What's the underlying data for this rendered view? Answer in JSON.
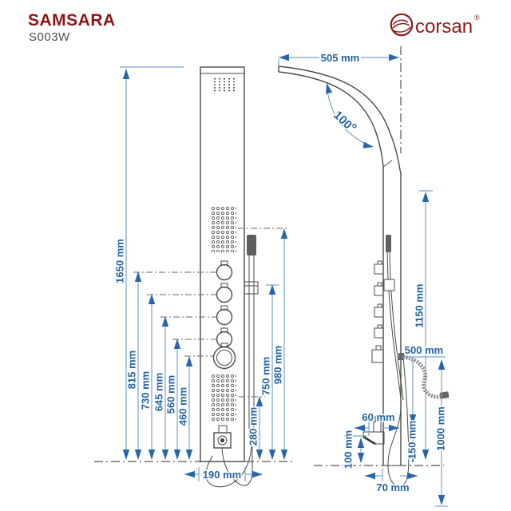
{
  "header": {
    "brand": "SAMSARA",
    "model": "S003W"
  },
  "logo": {
    "text": "corsan",
    "reg": "®"
  },
  "colors": {
    "accent_blue": "#2563a2",
    "line_blue": "#7aa3c9",
    "brand_red": "#8e1414",
    "drawing_gray": "#4a4a4a"
  },
  "dims": {
    "h1650": "1650 mm",
    "h815": "815 mm",
    "h730": "730 mm",
    "h645": "645 mm",
    "h560": "560 mm",
    "h460": "460 mm",
    "h980": "980 mm",
    "h750": "750 mm",
    "h280": "280 mm",
    "w190": "190 mm",
    "w505": "505 mm",
    "angle": "100",
    "angle_deg": "o",
    "h1150": "1150 mm",
    "h500": "500 mm",
    "h1000": "1000 mm",
    "h150": "150 mm",
    "w60": "60 mm",
    "h100": "100 mm",
    "w70": "70 mm"
  }
}
